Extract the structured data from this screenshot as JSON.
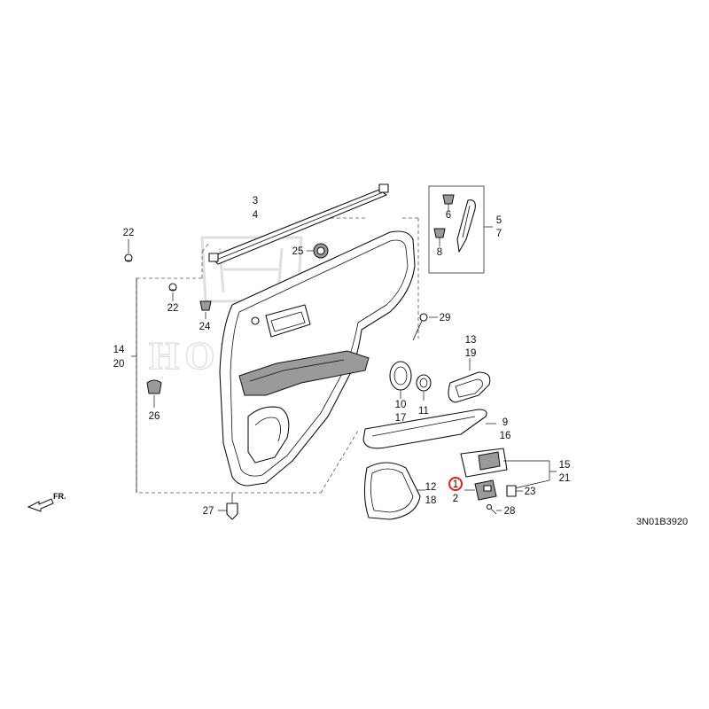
{
  "diagram_code": "3N01B3920",
  "direction_label": "FR.",
  "watermark_text": "HONDA",
  "highlight_color": "#e0201c",
  "callouts": {
    "c1": "1",
    "c2": "2",
    "c3": "3",
    "c4": "4",
    "c5": "5",
    "c6": "6",
    "c7": "7",
    "c8": "8",
    "c9": "9",
    "c10": "10",
    "c11": "11",
    "c12": "12",
    "c13": "13",
    "c14": "14",
    "c15": "15",
    "c16": "16",
    "c17": "17",
    "c18": "18",
    "c19": "19",
    "c20": "20",
    "c21": "21",
    "c22a": "22",
    "c22b": "22",
    "c23": "23",
    "c24": "24",
    "c25": "25",
    "c26": "26",
    "c27": "27",
    "c28": "28",
    "c29": "29"
  },
  "highlighted_callout": "1"
}
